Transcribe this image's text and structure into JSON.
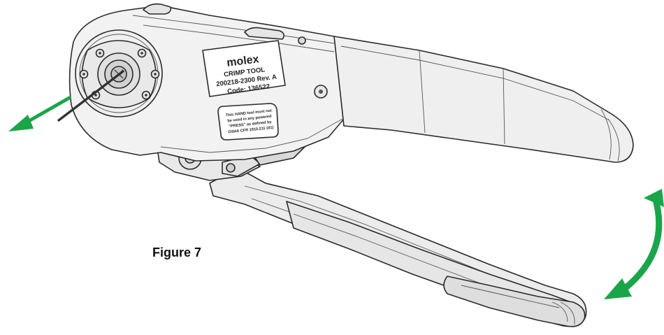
{
  "figure": {
    "caption": "Figure 7"
  },
  "tool_label": {
    "brand": "molex",
    "name": "CRIMP TOOL",
    "part_number": "200218-2300 Rev. A",
    "code": "Code: 136522"
  },
  "warning_label": {
    "lines": [
      "This HAND tool must not",
      "be used in any powered",
      "\"PRESS\" as defined by",
      "OSHA CFR 1910.211 (d1)"
    ]
  },
  "colors": {
    "arrow": "#1aa54a",
    "tool_fill": "#f2f2f2",
    "tool_outline": "#2a2a2a"
  },
  "icons": {
    "extract_arrow": "arrow-left-down-icon",
    "squeeze_arrow": "curved-arrow-down-icon"
  }
}
